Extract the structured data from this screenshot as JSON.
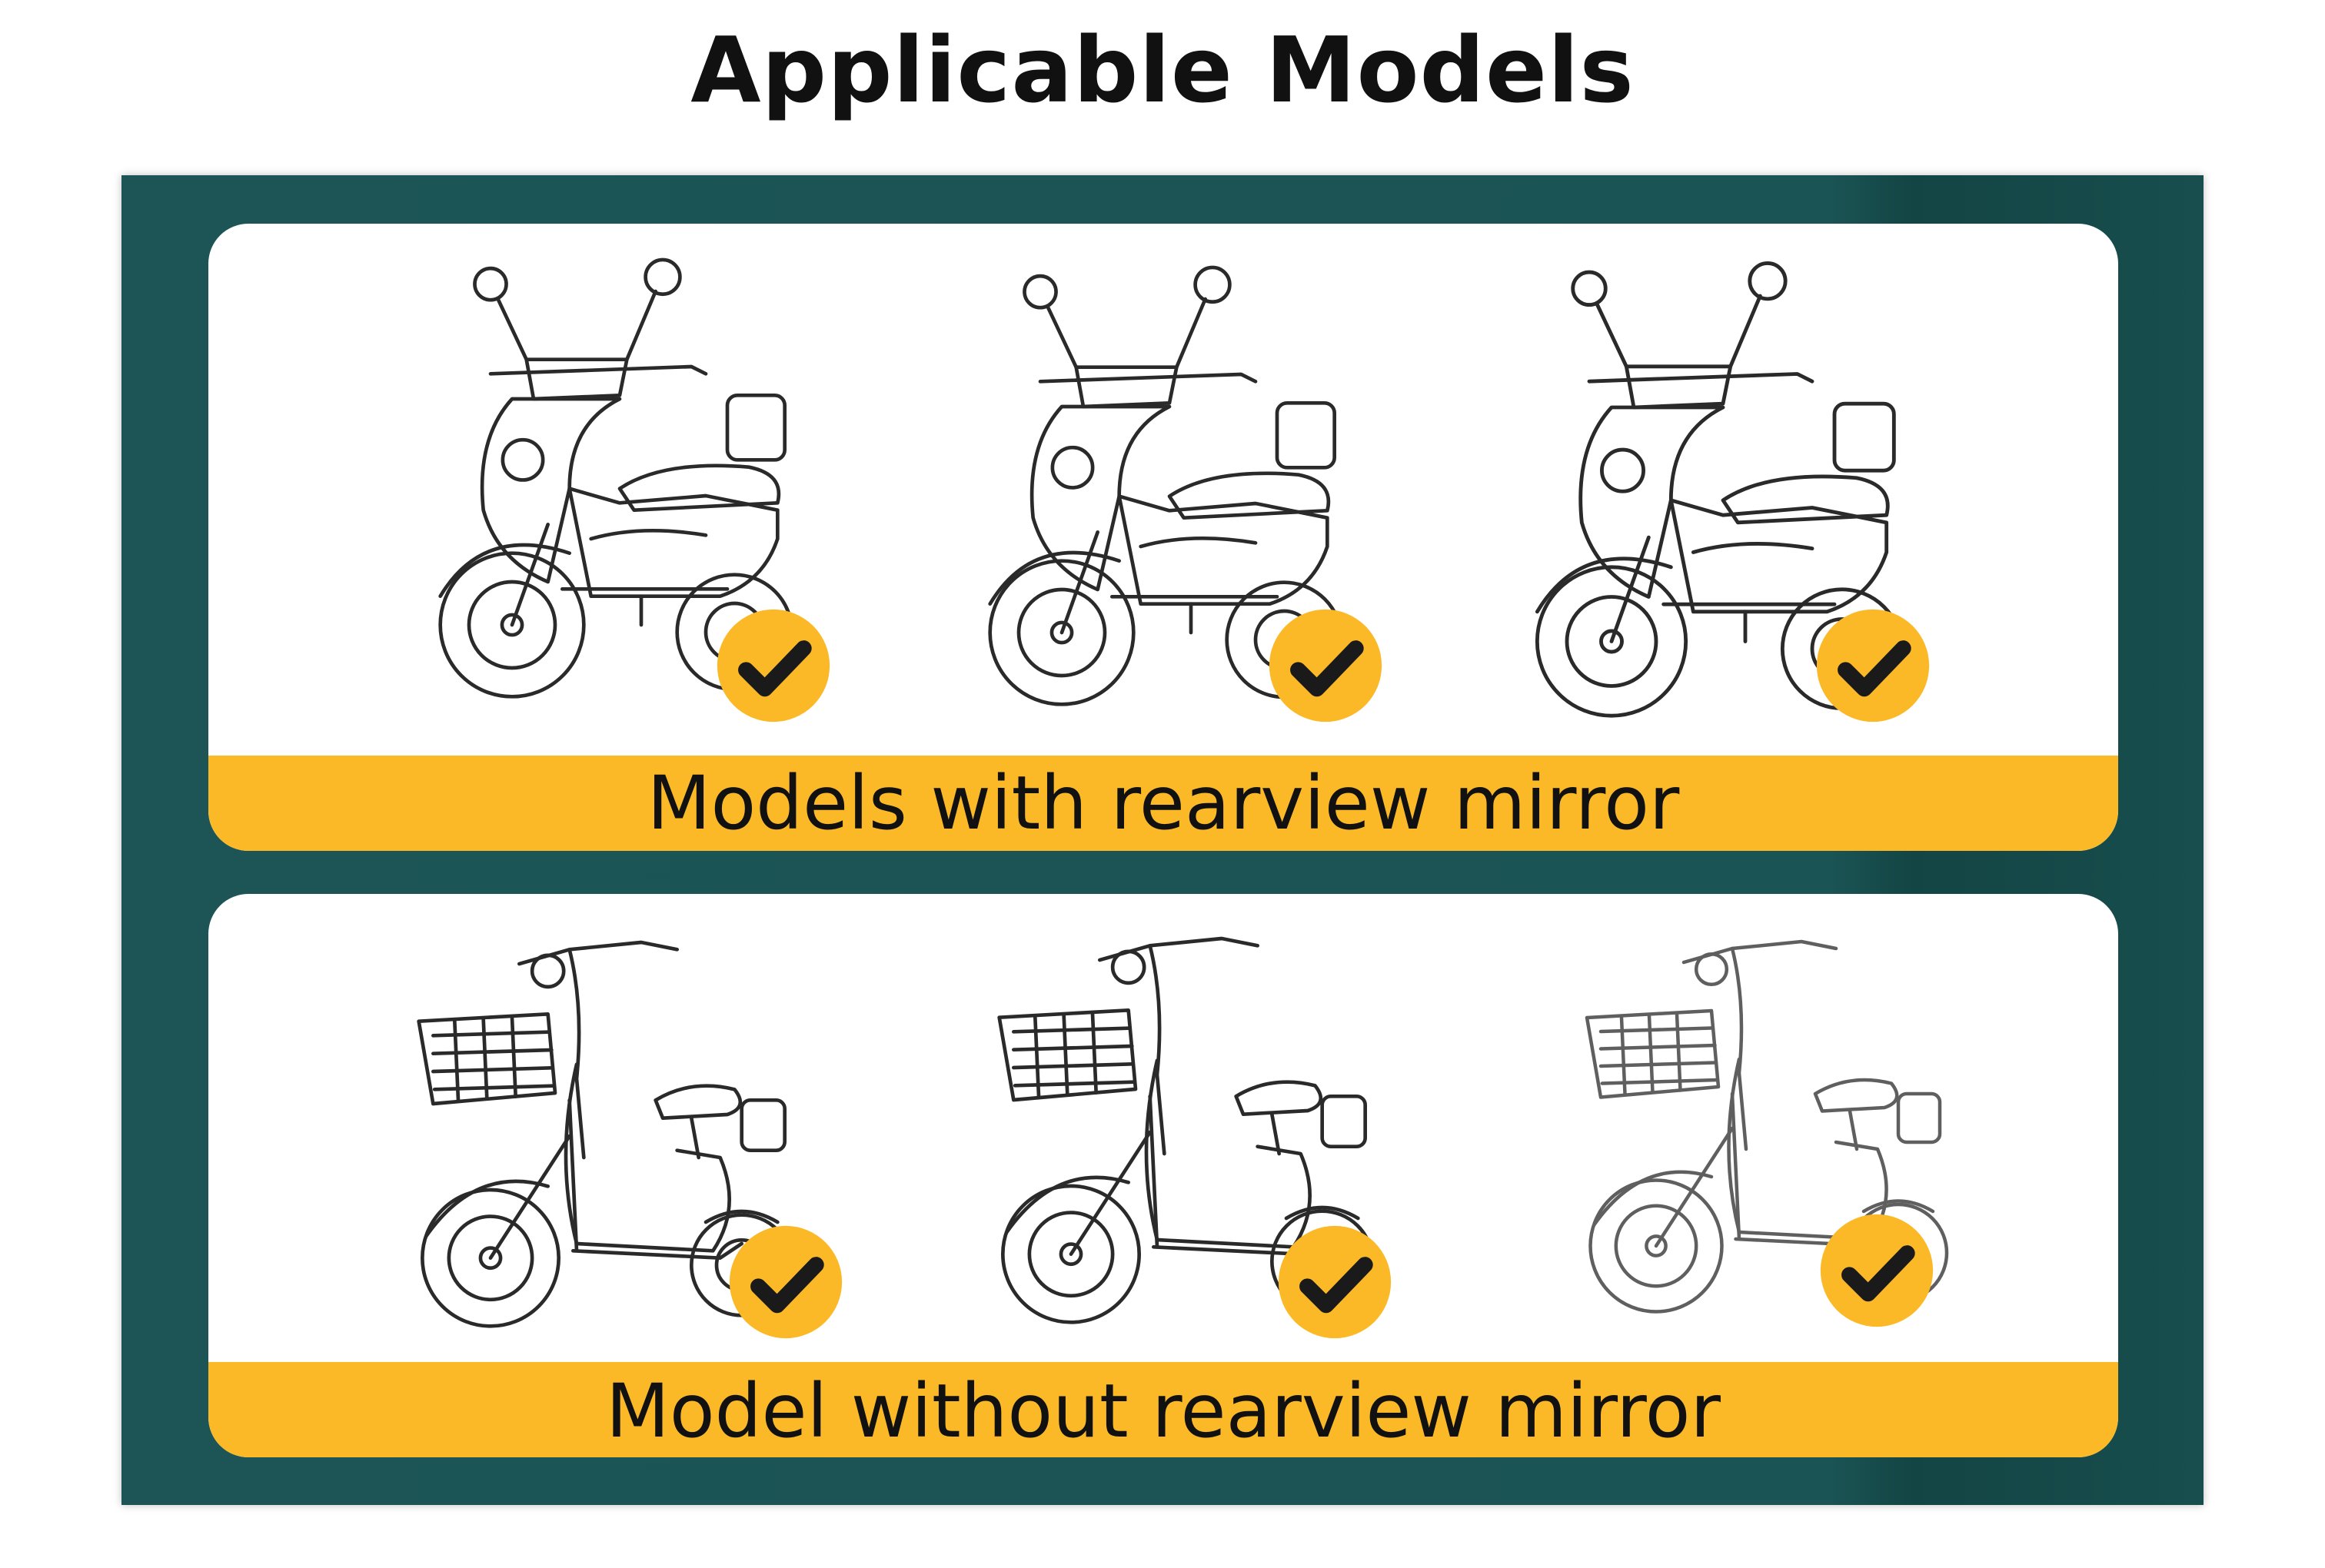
{
  "title": "Applicable Models",
  "sections": [
    {
      "label": "Models with rearview mirror",
      "vehicles": [
        "scooter-1",
        "scooter-2",
        "scooter-3"
      ]
    },
    {
      "label": "Model without rearview mirror",
      "vehicles": [
        "ebike-1",
        "ebike-2",
        "ebike-3"
      ]
    }
  ],
  "colors": {
    "frame": "#1d5556",
    "banner": "#fbb928",
    "badge": "#fbb928",
    "check": "#1a1a1a"
  },
  "icons": [
    "check-icon",
    "scooter-icon",
    "ebike-icon"
  ]
}
